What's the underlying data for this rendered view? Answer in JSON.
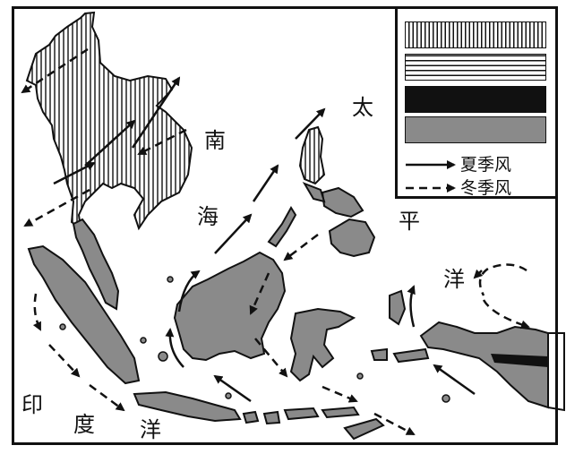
{
  "labels": {
    "tai": "太",
    "ping": "平",
    "yang_pacific": "洋",
    "nan": "南",
    "hai": "海",
    "yin": "印",
    "du": "度",
    "yang_indian": "洋"
  },
  "legend": {
    "summer_monsoon": "夏季风",
    "winter_monsoon": "冬季风",
    "swatch_classes": [
      "vertical-stripes",
      "horizontal-stripes",
      "black-fill",
      "gray-fill"
    ]
  },
  "colors": {
    "land_gray": "#8a8a8a",
    "outline": "#111111",
    "background": "#ffffff"
  }
}
